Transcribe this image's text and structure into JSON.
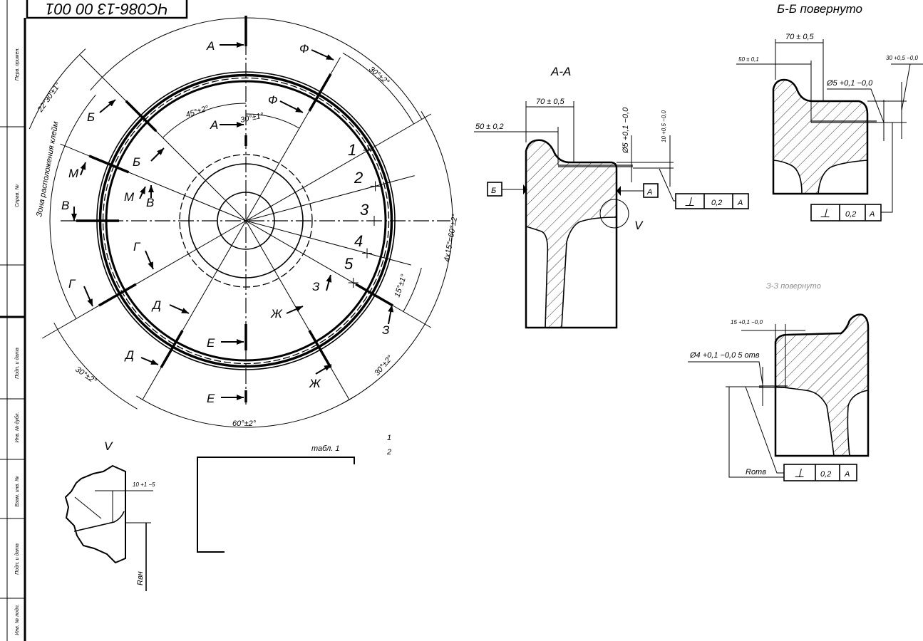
{
  "title_block": {
    "designation": "ЧС086-13 00 001"
  },
  "margin_strip": [
    "Перв. примен.",
    "Справ. №",
    "Подп. и дата",
    "Инв. № дубл.",
    "Взам. инв. №",
    "Подп. и дата",
    "Инв. № подл."
  ],
  "main_view": {
    "cut_labels": [
      "А",
      "А",
      "Ф",
      "Ф",
      "Б",
      "Б",
      "М",
      "М",
      "В",
      "В",
      "Г",
      "Г",
      "Д",
      "Д",
      "Е",
      "Е",
      "Ж",
      "Ж",
      "З",
      "З"
    ],
    "points": [
      "1",
      "2",
      "3",
      "4",
      "5"
    ],
    "angle_dims": [
      "45°±2°",
      "30°±1°",
      "22°30'±1°",
      "30°±2°",
      "4x15°=60°±2°",
      "15°±1°",
      "30°±2°",
      "60°±2°",
      "30°±2°"
    ],
    "zone_label": "Зона расположения клейм"
  },
  "section_aa": {
    "title": "А-А",
    "dim_70": "70 ± 0,5",
    "dim_50": "50 ± 0,2",
    "dim_d5": "Ø5 +0,1 −0,0",
    "dim_10": "10 +0,5 −0,0",
    "datum_b": "Б",
    "datum_a": "А",
    "tolerance": {
      "symbol": "⊥",
      "value": "0,2",
      "datum": "А"
    },
    "detail_mark": "V"
  },
  "section_bb": {
    "title": "Б-Б  повернуто",
    "dim_70": "70 ± 0,5",
    "dim_50": "50 ± 0,1",
    "dim_d5": "Ø5 +0,1 −0,0",
    "dim_30": "30 +0,5 −0,0",
    "tolerance": {
      "symbol": "⊥",
      "value": "0,2",
      "datum": "А"
    }
  },
  "section_zz": {
    "title": "З-З  повернуто",
    "dim_15": "15 +0,1 −0,0",
    "dim_d4": "Ø4 +0,1 −0,0  5 отв",
    "r_label": "Rотв",
    "tolerance": {
      "symbol": "⊥",
      "value": "0,2",
      "datum": "А"
    }
  },
  "detail_v": {
    "title": "V",
    "dim_10": "10 +1 −5",
    "r_label": "Rвн"
  },
  "table": {
    "title": "табл. 1"
  },
  "notes": [
    "1",
    "2"
  ]
}
